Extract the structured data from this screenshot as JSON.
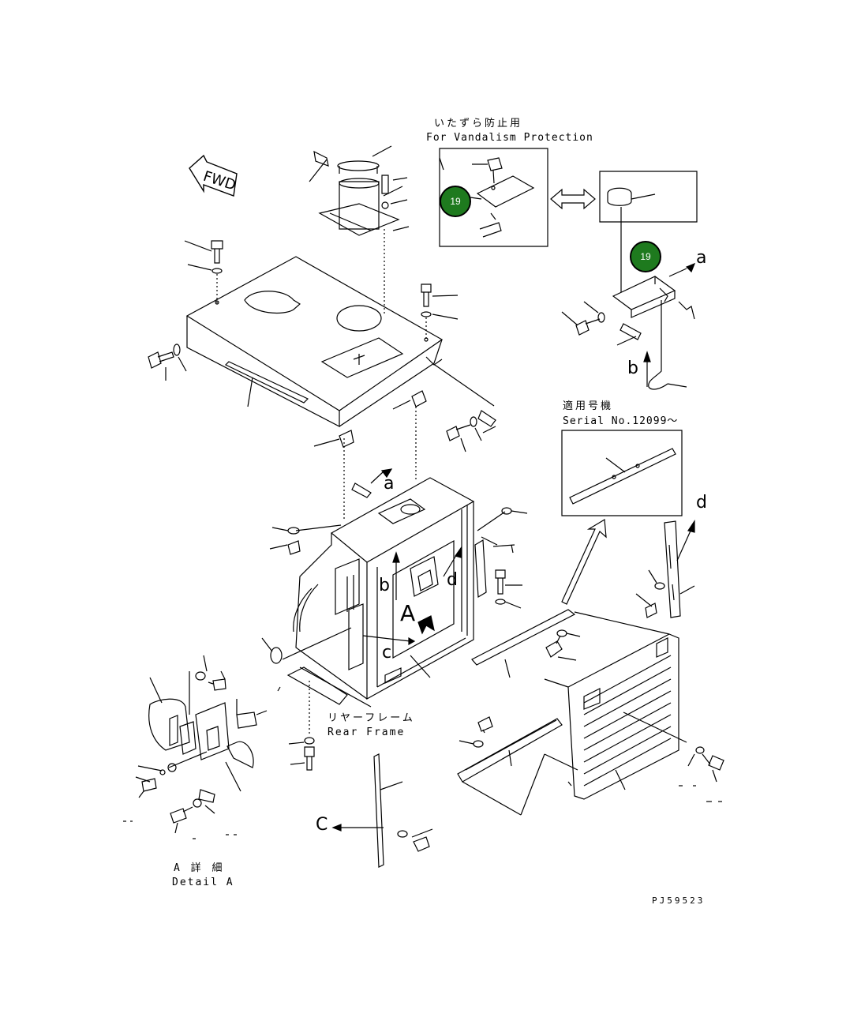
{
  "header": {
    "vandalism_jp": "いたずら防止用",
    "vandalism_en": "For Vandalism Protection",
    "serial_jp": "適用号機",
    "serial_en": "Serial No.12099～"
  },
  "labels": {
    "fwd": "FWD",
    "rear_frame_jp": "リヤーフレーム",
    "rear_frame_en": "Rear Frame",
    "detail_jp": "A 詳 細",
    "detail_en": "Detail A",
    "drawing_no": "PJ59523"
  },
  "refs": {
    "a1": "a",
    "a2": "a",
    "b1": "b",
    "b2": "b",
    "c1": "c",
    "c2": "C",
    "d1": "d",
    "d2": "d",
    "big_a": "A"
  },
  "callouts": {
    "item1": "19",
    "item2": "19"
  },
  "colors": {
    "callout_fill": "#1e7a1e",
    "line": "#000000"
  }
}
